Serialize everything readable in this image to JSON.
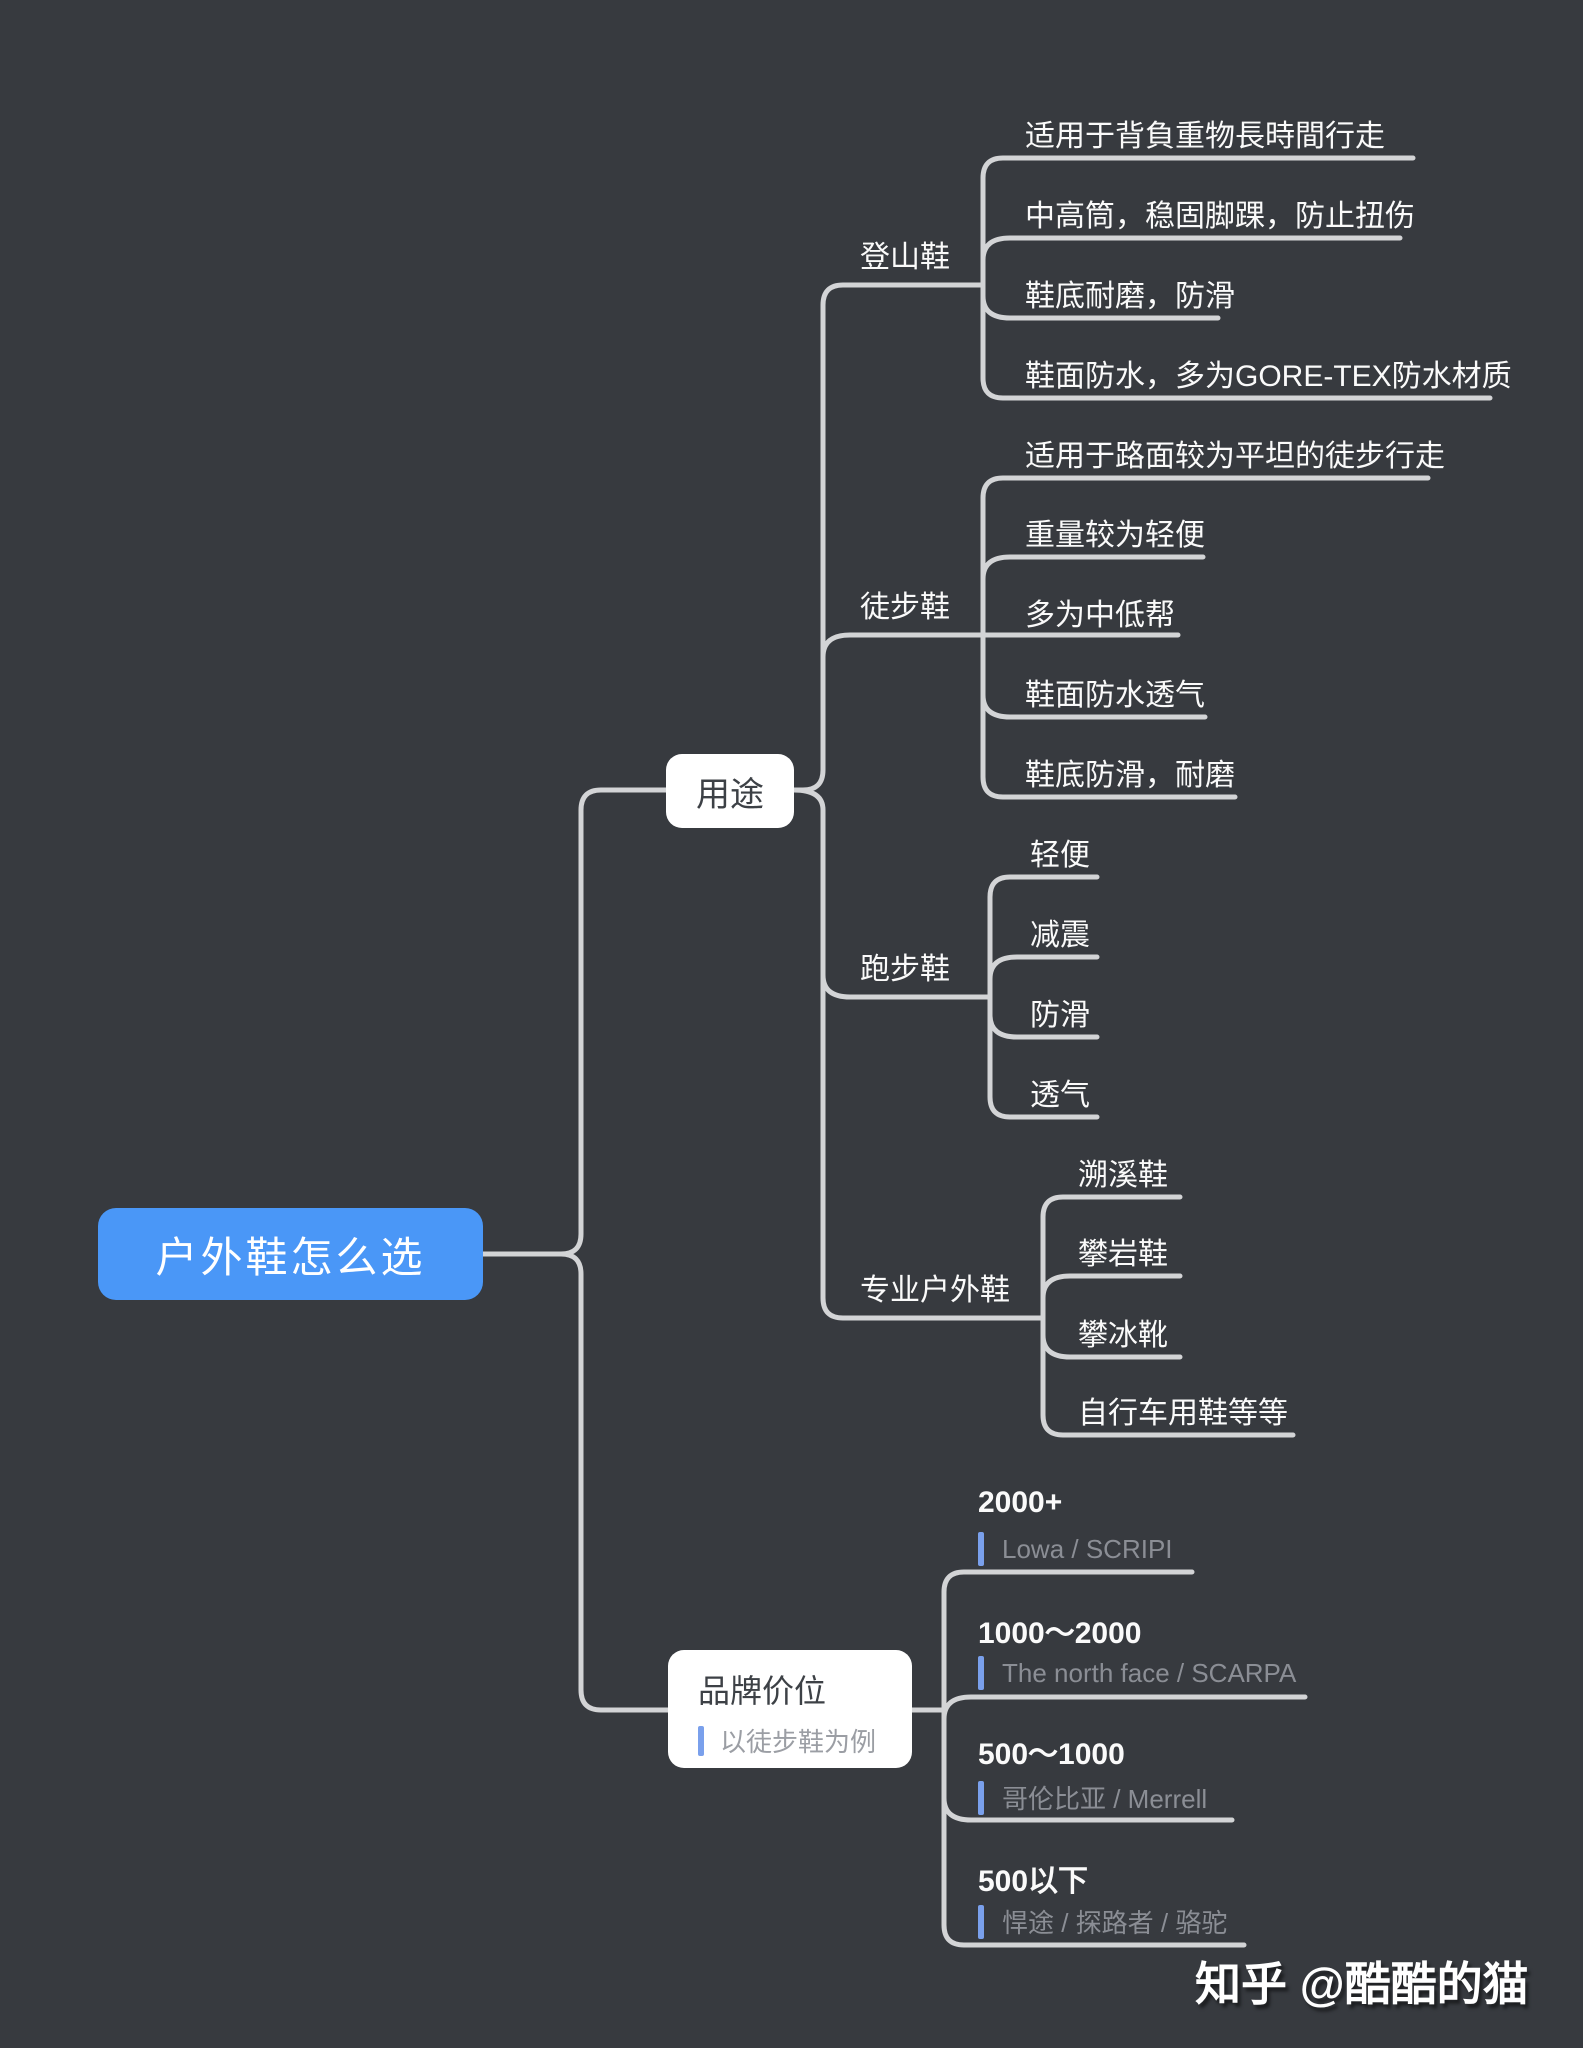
{
  "root": {
    "label": "户外鞋怎么选"
  },
  "branches": {
    "usage": {
      "label": "用途",
      "categories": [
        {
          "label": "登山鞋",
          "children": [
            "适用于背負重物長時間行走",
            "中高筒，稳固脚踝，防止扭伤",
            "鞋底耐磨，防滑",
            "鞋面防水，多为GORE-TEX防水材质"
          ]
        },
        {
          "label": "徒步鞋",
          "children": [
            "适用于路面较为平坦的徒步行走",
            "重量较为轻便",
            "多为中低帮",
            "鞋面防水透气",
            "鞋底防滑，耐磨"
          ]
        },
        {
          "label": "跑步鞋",
          "children": [
            "轻便",
            "减震",
            "防滑",
            "透气"
          ]
        },
        {
          "label": "专业户外鞋",
          "children": [
            "溯溪鞋",
            "攀岩鞋",
            "攀冰靴",
            "自行车用鞋等等"
          ]
        }
      ]
    },
    "price": {
      "label": "品牌价位",
      "note": "以徒步鞋为例",
      "tiers": [
        {
          "range": "2000+",
          "brands": "Lowa / SCRIPI"
        },
        {
          "range": "1000～2000",
          "brands": "The north face / SCARPA"
        },
        {
          "range": "500～1000",
          "brands": "哥伦比亚 /  Merrell"
        },
        {
          "range": "500以下",
          "brands": "悍途 / 探路者 / 骆驼"
        }
      ]
    }
  },
  "watermark": "知乎 @酷酷的猫",
  "colors": {
    "background": "#373a3f",
    "connector_line": "#d3d4d6",
    "root_node_blue": "#4a97f7",
    "node_box_white": "#ffffff",
    "node_text_dark": "#3d4146",
    "leaf_text_white": "#fafafa",
    "subtitle_gray": "#8b8e95",
    "accent_bar_blue": "#7aa0ec"
  }
}
